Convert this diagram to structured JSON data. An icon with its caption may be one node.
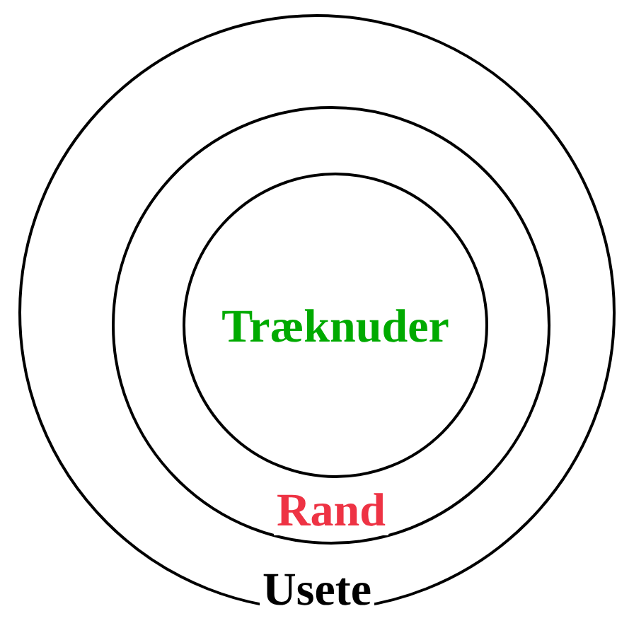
{
  "diagram": {
    "nodes": [
      {
        "text": [
          "Usete"
        ]
      },
      {
        "text": [
          "Rand"
        ],
        "in": 0
      },
      {
        "text": [
          "Træknuder"
        ],
        "in": 1
      }
    ]
  }
}
